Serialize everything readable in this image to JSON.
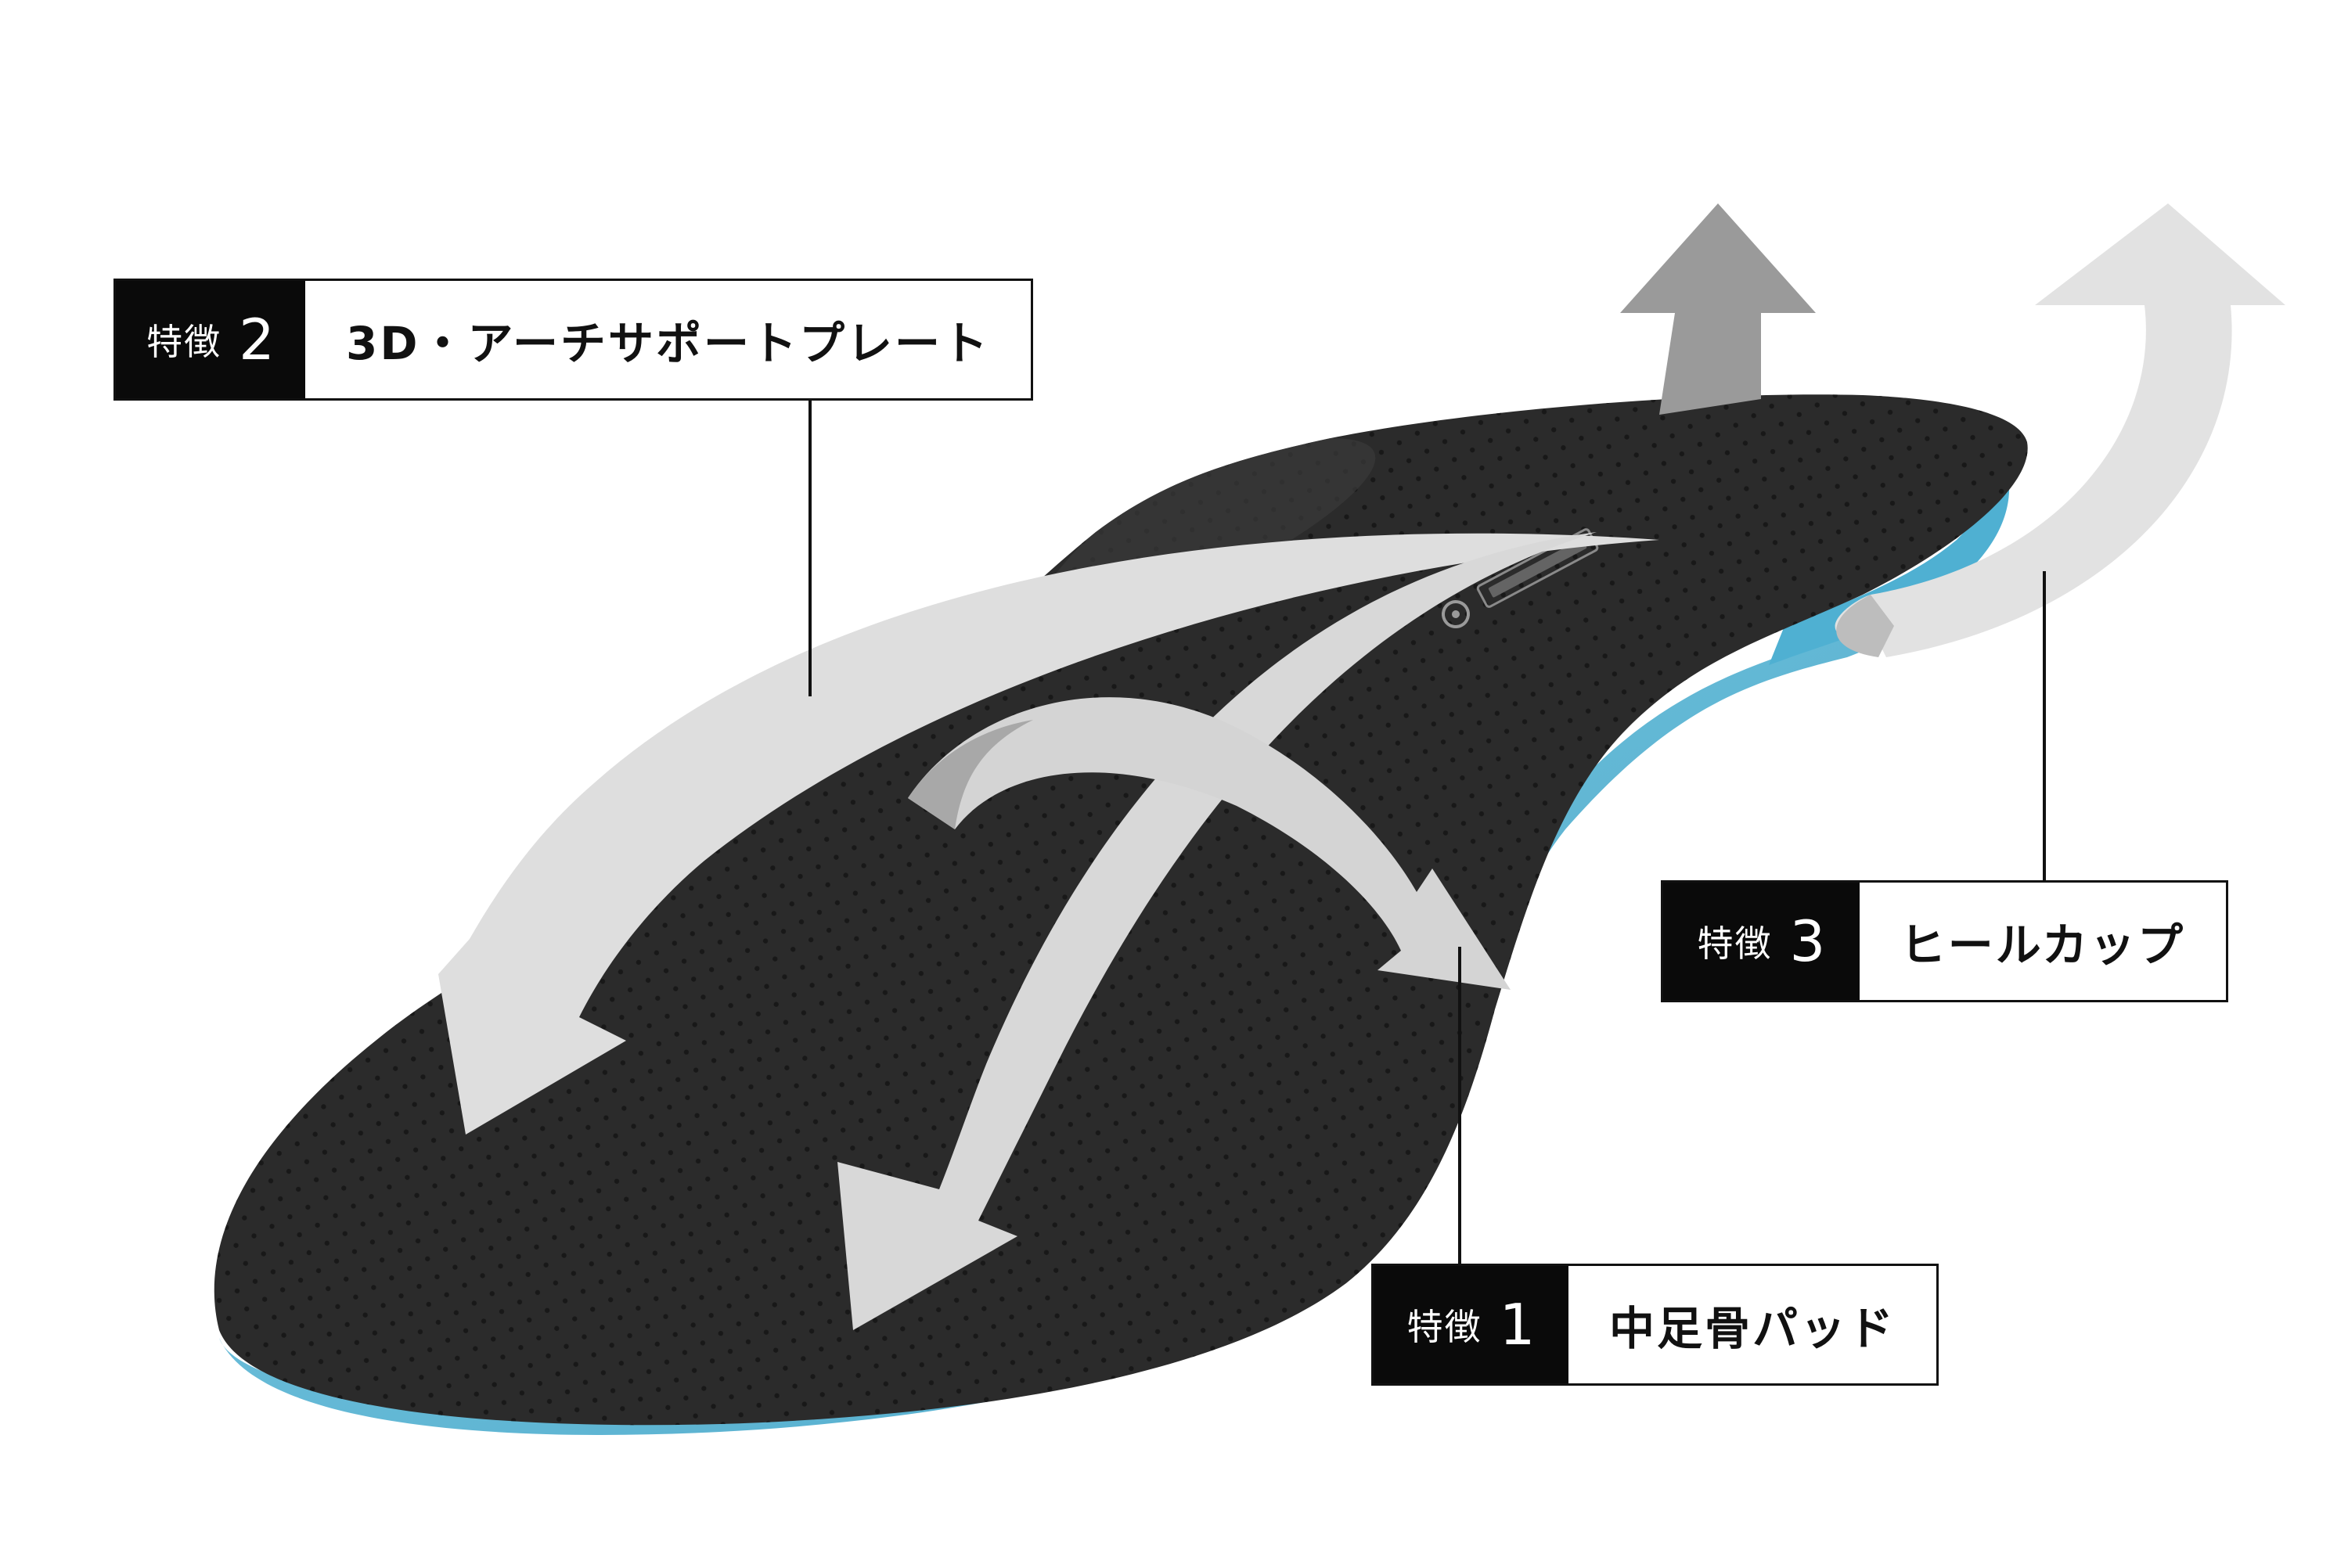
{
  "features": [
    {
      "tag_word": "特徴",
      "tag_number": "2",
      "label": "3D・アーチサポートプレート"
    },
    {
      "tag_word": "特徴",
      "tag_number": "3",
      "label": "ヒールカップ"
    },
    {
      "tag_word": "特徴",
      "tag_number": "1",
      "label": "中足骨パッド"
    }
  ],
  "colors": {
    "insole_top": "#2b2b2b",
    "insole_sole": "#5fb8d6",
    "arrow_light": "#dedede",
    "arrow_mid": "#9a9a9a",
    "tag_background": "#0a0a0a",
    "connector": "#111111"
  }
}
